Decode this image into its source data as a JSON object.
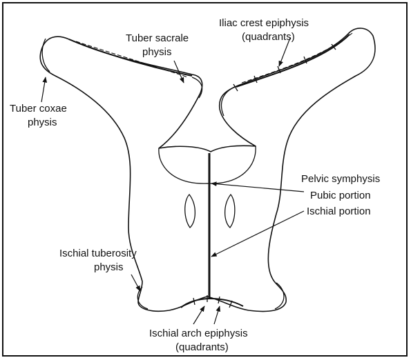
{
  "figure": {
    "labels": {
      "tuber_sacrale": [
        "Tuber sacrale",
        "physis"
      ],
      "iliac_crest": [
        "Iliac crest epiphysis",
        "(quadrants)"
      ],
      "tuber_coxae": [
        "Tuber coxae",
        "physis"
      ],
      "pelvic_symphysis": "Pelvic symphysis",
      "pubic_portion": "Pubic portion",
      "ischial_portion": "Ischial portion",
      "ischial_tuberosity": [
        "Ischial tuberosity",
        "physis"
      ],
      "ischial_arch": [
        "Ischial arch epiphysis",
        "(quadrants)"
      ]
    }
  }
}
